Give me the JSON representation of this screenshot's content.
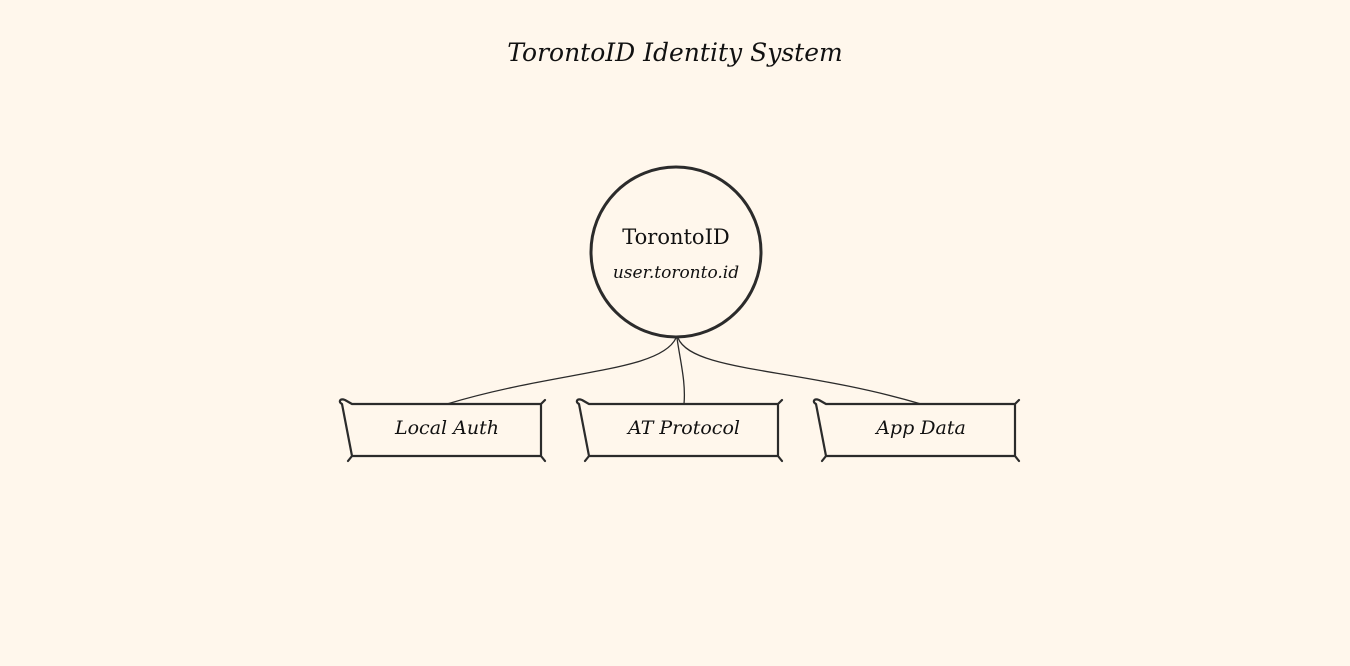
{
  "diagram": {
    "title": "TorontoID Identity System",
    "root": {
      "name": "TorontoID",
      "handle": "user.toronto.id"
    },
    "children": [
      {
        "label": "Local Auth"
      },
      {
        "label": "AT Protocol"
      },
      {
        "label": "App Data"
      }
    ],
    "colors": {
      "background": "#fff7ec",
      "stroke": "#2b2b2b",
      "text": "#111111"
    }
  }
}
